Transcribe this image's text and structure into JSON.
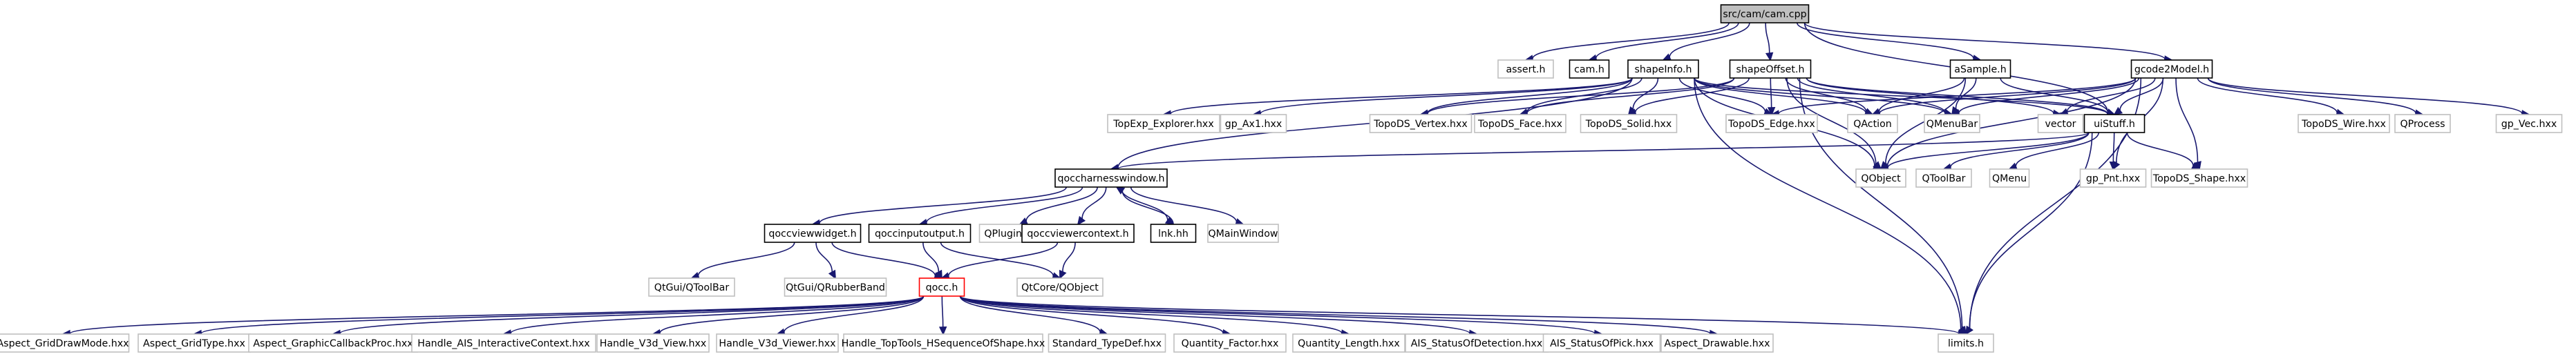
{
  "colors": {
    "background": "#ffffff",
    "edge": "#191970",
    "node_border": "#000000",
    "external_border": "#bfbfbf",
    "root_fill": "#bfbfbf",
    "missing_border": "#ff0000",
    "text": "#000000",
    "external_text": "#000000"
  },
  "nodes": [
    {
      "id": "cam_cpp",
      "label": "src/cam/cam.cpp",
      "kind": "root",
      "icon": "file-icon"
    },
    {
      "id": "assert_h",
      "label": "assert.h",
      "kind": "external"
    },
    {
      "id": "cam_h",
      "label": "cam.h",
      "kind": "documented"
    },
    {
      "id": "shapeInfo_h",
      "label": "shapeInfo.h",
      "kind": "documented"
    },
    {
      "id": "shapeOffset_h",
      "label": "shapeOffset.h",
      "kind": "documented"
    },
    {
      "id": "aSample_h",
      "label": "aSample.h",
      "kind": "documented"
    },
    {
      "id": "gcode2Model_h",
      "label": "gcode2Model.h",
      "kind": "documented"
    },
    {
      "id": "TopExp_Explorer",
      "label": "TopExp_Explorer.hxx",
      "kind": "external"
    },
    {
      "id": "gp_Ax1",
      "label": "gp_Ax1.hxx",
      "kind": "external"
    },
    {
      "id": "TopoDS_Vertex",
      "label": "TopoDS_Vertex.hxx",
      "kind": "external"
    },
    {
      "id": "TopoDS_Face",
      "label": "TopoDS_Face.hxx",
      "kind": "external"
    },
    {
      "id": "TopoDS_Solid",
      "label": "TopoDS_Solid.hxx",
      "kind": "external"
    },
    {
      "id": "TopoDS_Edge",
      "label": "TopoDS_Edge.hxx",
      "kind": "external"
    },
    {
      "id": "QAction",
      "label": "QAction",
      "kind": "external"
    },
    {
      "id": "QMenuBar",
      "label": "QMenuBar",
      "kind": "external"
    },
    {
      "id": "vector",
      "label": "vector",
      "kind": "external"
    },
    {
      "id": "uiStuff_h",
      "label": "uiStuff.h",
      "kind": "documented"
    },
    {
      "id": "TopoDS_Wire",
      "label": "TopoDS_Wire.hxx",
      "kind": "external"
    },
    {
      "id": "QProcess",
      "label": "QProcess",
      "kind": "external"
    },
    {
      "id": "gp_Vec",
      "label": "gp_Vec.hxx",
      "kind": "external"
    },
    {
      "id": "qoccharnesswindow_h",
      "label": "qoccharnesswindow.h",
      "kind": "documented"
    },
    {
      "id": "QObject",
      "label": "QObject",
      "kind": "external"
    },
    {
      "id": "QToolBar",
      "label": "QToolBar",
      "kind": "external"
    },
    {
      "id": "QMenu",
      "label": "QMenu",
      "kind": "external"
    },
    {
      "id": "gp_Pnt",
      "label": "gp_Pnt.hxx",
      "kind": "external"
    },
    {
      "id": "TopoDS_Shape",
      "label": "TopoDS_Shape.hxx",
      "kind": "external"
    },
    {
      "id": "qoccviewwidget_h",
      "label": "qoccviewwidget.h",
      "kind": "documented"
    },
    {
      "id": "qoccinputoutput_h",
      "label": "qoccinputoutput.h",
      "kind": "documented"
    },
    {
      "id": "QPluginLoader",
      "label": "QPluginLoader",
      "kind": "external"
    },
    {
      "id": "qoccviewercontext_h",
      "label": "qoccviewercontext.h",
      "kind": "documented"
    },
    {
      "id": "lnk_hh",
      "label": "lnk.hh",
      "kind": "documented"
    },
    {
      "id": "QMainWindow",
      "label": "QMainWindow",
      "kind": "external"
    },
    {
      "id": "QtGui_QToolBar",
      "label": "QtGui/QToolBar",
      "kind": "external"
    },
    {
      "id": "QtGui_QRubberBand",
      "label": "QtGui/QRubberBand",
      "kind": "external"
    },
    {
      "id": "qocc_h",
      "label": "qocc.h",
      "kind": "missing"
    },
    {
      "id": "QtCore_QObject",
      "label": "QtCore/QObject",
      "kind": "external"
    },
    {
      "id": "Aspect_GridDrawMode",
      "label": "Aspect_GridDrawMode.hxx",
      "kind": "external"
    },
    {
      "id": "Aspect_GridType",
      "label": "Aspect_GridType.hxx",
      "kind": "external"
    },
    {
      "id": "Aspect_GraphicCallbackProc",
      "label": "Aspect_GraphicCallbackProc.hxx",
      "kind": "external"
    },
    {
      "id": "Handle_AIS_InteractiveContext",
      "label": "Handle_AIS_InteractiveContext.hxx",
      "kind": "external"
    },
    {
      "id": "Handle_V3d_View",
      "label": "Handle_V3d_View.hxx",
      "kind": "external"
    },
    {
      "id": "Handle_V3d_Viewer",
      "label": "Handle_V3d_Viewer.hxx",
      "kind": "external"
    },
    {
      "id": "Handle_TopTools",
      "label": "Handle_TopTools_HSequenceOfShape.hxx",
      "kind": "external"
    },
    {
      "id": "Standard_TypeDef",
      "label": "Standard_TypeDef.hxx",
      "kind": "external"
    },
    {
      "id": "Quantity_Factor",
      "label": "Quantity_Factor.hxx",
      "kind": "external"
    },
    {
      "id": "Quantity_Length",
      "label": "Quantity_Length.hxx",
      "kind": "external"
    },
    {
      "id": "AIS_StatusOfDetection",
      "label": "AIS_StatusOfDetection.hxx",
      "kind": "external"
    },
    {
      "id": "AIS_StatusOfPick",
      "label": "AIS_StatusOfPick.hxx",
      "kind": "external"
    },
    {
      "id": "Aspect_Drawable",
      "label": "Aspect_Drawable.hxx",
      "kind": "external"
    },
    {
      "id": "limits_h",
      "label": "limits.h",
      "kind": "external"
    }
  ],
  "edges": [
    [
      "cam_cpp",
      "assert_h"
    ],
    [
      "cam_cpp",
      "cam_h"
    ],
    [
      "cam_cpp",
      "shapeInfo_h"
    ],
    [
      "cam_cpp",
      "shapeOffset_h"
    ],
    [
      "cam_cpp",
      "aSample_h"
    ],
    [
      "cam_cpp",
      "gcode2Model_h"
    ],
    [
      "cam_cpp",
      "uiStuff_h"
    ],
    [
      "shapeInfo_h",
      "TopExp_Explorer"
    ],
    [
      "shapeInfo_h",
      "gp_Ax1"
    ],
    [
      "shapeInfo_h",
      "TopoDS_Vertex"
    ],
    [
      "shapeInfo_h",
      "TopoDS_Face"
    ],
    [
      "shapeInfo_h",
      "TopoDS_Solid"
    ],
    [
      "shapeInfo_h",
      "TopoDS_Edge"
    ],
    [
      "shapeInfo_h",
      "QAction"
    ],
    [
      "shapeInfo_h",
      "QMenuBar"
    ],
    [
      "shapeInfo_h",
      "uiStuff_h"
    ],
    [
      "shapeInfo_h",
      "qoccharnesswindow_h"
    ],
    [
      "shapeInfo_h",
      "QObject"
    ],
    [
      "shapeInfo_h",
      "limits_h"
    ],
    [
      "shapeOffset_h",
      "TopoDS_Vertex"
    ],
    [
      "shapeOffset_h",
      "TopoDS_Face"
    ],
    [
      "shapeOffset_h",
      "TopoDS_Solid"
    ],
    [
      "shapeOffset_h",
      "TopoDS_Edge"
    ],
    [
      "shapeOffset_h",
      "QAction"
    ],
    [
      "shapeOffset_h",
      "QMenuBar"
    ],
    [
      "shapeOffset_h",
      "vector"
    ],
    [
      "shapeOffset_h",
      "uiStuff_h"
    ],
    [
      "shapeOffset_h",
      "QObject"
    ],
    [
      "shapeOffset_h",
      "limits_h"
    ],
    [
      "aSample_h",
      "QAction"
    ],
    [
      "aSample_h",
      "QMenuBar"
    ],
    [
      "aSample_h",
      "uiStuff_h"
    ],
    [
      "aSample_h",
      "QObject"
    ],
    [
      "gcode2Model_h",
      "TopoDS_Edge"
    ],
    [
      "gcode2Model_h",
      "QAction"
    ],
    [
      "gcode2Model_h",
      "QMenuBar"
    ],
    [
      "gcode2Model_h",
      "vector"
    ],
    [
      "gcode2Model_h",
      "uiStuff_h"
    ],
    [
      "gcode2Model_h",
      "TopoDS_Wire"
    ],
    [
      "gcode2Model_h",
      "QProcess"
    ],
    [
      "gcode2Model_h",
      "gp_Vec"
    ],
    [
      "gcode2Model_h",
      "QObject"
    ],
    [
      "gcode2Model_h",
      "gp_Pnt"
    ],
    [
      "gcode2Model_h",
      "TopoDS_Shape"
    ],
    [
      "gcode2Model_h",
      "limits_h"
    ],
    [
      "uiStuff_h",
      "qoccharnesswindow_h"
    ],
    [
      "uiStuff_h",
      "QObject"
    ],
    [
      "uiStuff_h",
      "QToolBar"
    ],
    [
      "uiStuff_h",
      "QMenu"
    ],
    [
      "uiStuff_h",
      "gp_Pnt"
    ],
    [
      "uiStuff_h",
      "TopoDS_Shape"
    ],
    [
      "uiStuff_h",
      "limits_h"
    ],
    [
      "qoccharnesswindow_h",
      "qoccviewwidget_h"
    ],
    [
      "qoccharnesswindow_h",
      "qoccinputoutput_h"
    ],
    [
      "qoccharnesswindow_h",
      "QPluginLoader"
    ],
    [
      "qoccharnesswindow_h",
      "qoccviewercontext_h"
    ],
    [
      "qoccharnesswindow_h",
      "lnk_hh"
    ],
    [
      "qoccharnesswindow_h",
      "QMainWindow"
    ],
    [
      "lnk_hh",
      "qoccharnesswindow_h"
    ],
    [
      "qoccviewwidget_h",
      "QtGui_QToolBar"
    ],
    [
      "qoccviewwidget_h",
      "QtGui_QRubberBand"
    ],
    [
      "qoccviewwidget_h",
      "qocc_h"
    ],
    [
      "qoccinputoutput_h",
      "qocc_h"
    ],
    [
      "qoccinputoutput_h",
      "QtCore_QObject"
    ],
    [
      "qoccviewercontext_h",
      "qocc_h"
    ],
    [
      "qoccviewercontext_h",
      "QtCore_QObject"
    ],
    [
      "qocc_h",
      "Aspect_GridDrawMode"
    ],
    [
      "qocc_h",
      "Aspect_GridType"
    ],
    [
      "qocc_h",
      "Aspect_GraphicCallbackProc"
    ],
    [
      "qocc_h",
      "Handle_AIS_InteractiveContext"
    ],
    [
      "qocc_h",
      "Handle_V3d_View"
    ],
    [
      "qocc_h",
      "Handle_V3d_Viewer"
    ],
    [
      "qocc_h",
      "Handle_TopTools"
    ],
    [
      "qocc_h",
      "Standard_TypeDef"
    ],
    [
      "qocc_h",
      "Quantity_Factor"
    ],
    [
      "qocc_h",
      "Quantity_Length"
    ],
    [
      "qocc_h",
      "AIS_StatusOfDetection"
    ],
    [
      "qocc_h",
      "AIS_StatusOfPick"
    ],
    [
      "qocc_h",
      "Aspect_Drawable"
    ],
    [
      "qocc_h",
      "limits_h"
    ]
  ]
}
